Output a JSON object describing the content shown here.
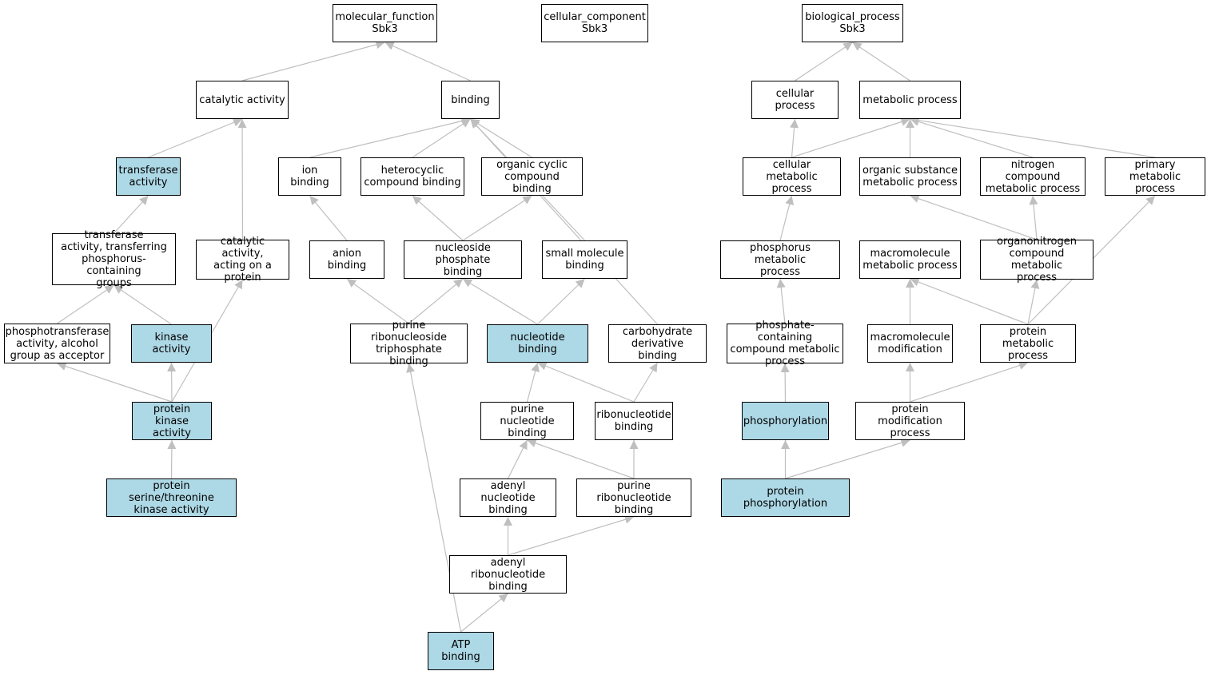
{
  "colors": {
    "highlight": "#add8e6",
    "edge": "#bfbfbf",
    "border": "#000000"
  },
  "nodes": [
    {
      "id": "mf",
      "label": "molecular_function\nSbk3",
      "highlighted": false
    },
    {
      "id": "cc",
      "label": "cellular_component\nSbk3",
      "highlighted": false
    },
    {
      "id": "bp",
      "label": "biological_process\nSbk3",
      "highlighted": false
    },
    {
      "id": "catalytic",
      "label": "catalytic activity",
      "highlighted": false
    },
    {
      "id": "binding",
      "label": "binding",
      "highlighted": false
    },
    {
      "id": "cellproc",
      "label": "cellular process",
      "highlighted": false
    },
    {
      "id": "metabproc",
      "label": "metabolic process",
      "highlighted": false
    },
    {
      "id": "transferase",
      "label": "transferase\nactivity",
      "highlighted": true
    },
    {
      "id": "ionbind",
      "label": "ion binding",
      "highlighted": false
    },
    {
      "id": "hetero",
      "label": "heterocyclic\ncompound binding",
      "highlighted": false
    },
    {
      "id": "orgcyc",
      "label": "organic cyclic\ncompound binding",
      "highlighted": false
    },
    {
      "id": "cellmetab",
      "label": "cellular metabolic\nprocess",
      "highlighted": false
    },
    {
      "id": "orgsub",
      "label": "organic substance\nmetabolic process",
      "highlighted": false
    },
    {
      "id": "nitro",
      "label": "nitrogen compound\nmetabolic process",
      "highlighted": false
    },
    {
      "id": "primary",
      "label": "primary metabolic\nprocess",
      "highlighted": false
    },
    {
      "id": "transphos",
      "label": "transferase\nactivity, transferring\nphosphorus-containing\ngroups",
      "highlighted": false
    },
    {
      "id": "catprot",
      "label": "catalytic activity,\nacting on a\nprotein",
      "highlighted": false
    },
    {
      "id": "anion",
      "label": "anion binding",
      "highlighted": false
    },
    {
      "id": "nucphos",
      "label": "nucleoside phosphate\nbinding",
      "highlighted": false
    },
    {
      "id": "smallmol",
      "label": "small molecule\nbinding",
      "highlighted": false
    },
    {
      "id": "phosmetab",
      "label": "phosphorus metabolic\nprocess",
      "highlighted": false
    },
    {
      "id": "macromol",
      "label": "macromolecule\nmetabolic process",
      "highlighted": false
    },
    {
      "id": "organonitro",
      "label": "organonitrogen\ncompound metabolic\nprocess",
      "highlighted": false
    },
    {
      "id": "phosphotrans",
      "label": "phosphotransferase\nactivity, alcohol\ngroup as acceptor",
      "highlighted": false
    },
    {
      "id": "kinase",
      "label": "kinase activity",
      "highlighted": true
    },
    {
      "id": "purribotri",
      "label": "purine ribonucleoside\ntriphosphate\nbinding",
      "highlighted": false
    },
    {
      "id": "nucbind",
      "label": "nucleotide binding",
      "highlighted": true
    },
    {
      "id": "carbo",
      "label": "carbohydrate\nderivative binding",
      "highlighted": false
    },
    {
      "id": "phoscont",
      "label": "phosphate-containing\ncompound metabolic\nprocess",
      "highlighted": false
    },
    {
      "id": "macromod",
      "label": "macromolecule\nmodification",
      "highlighted": false
    },
    {
      "id": "protmetab",
      "label": "protein metabolic\nprocess",
      "highlighted": false
    },
    {
      "id": "protkinase",
      "label": "protein kinase\nactivity",
      "highlighted": true
    },
    {
      "id": "purnuc",
      "label": "purine nucleotide\nbinding",
      "highlighted": false
    },
    {
      "id": "ribonuc",
      "label": "ribonucleotide\nbinding",
      "highlighted": false
    },
    {
      "id": "phosphorylation",
      "label": "phosphorylation",
      "highlighted": true
    },
    {
      "id": "protmod",
      "label": "protein modification\nprocess",
      "highlighted": false
    },
    {
      "id": "serthr",
      "label": "protein serine/threonine\nkinase activity",
      "highlighted": true
    },
    {
      "id": "adenyl",
      "label": "adenyl nucleotide\nbinding",
      "highlighted": false
    },
    {
      "id": "purribonuc",
      "label": "purine ribonucleotide\nbinding",
      "highlighted": false
    },
    {
      "id": "protphos",
      "label": "protein phosphorylation",
      "highlighted": true
    },
    {
      "id": "adenylribo",
      "label": "adenyl ribonucleotide\nbinding",
      "highlighted": false
    },
    {
      "id": "atp",
      "label": "ATP binding",
      "highlighted": true
    }
  ],
  "edges": [
    [
      "catalytic",
      "mf"
    ],
    [
      "binding",
      "mf"
    ],
    [
      "cellproc",
      "bp"
    ],
    [
      "metabproc",
      "bp"
    ],
    [
      "transferase",
      "catalytic"
    ],
    [
      "catprot",
      "catalytic"
    ],
    [
      "ionbind",
      "binding"
    ],
    [
      "hetero",
      "binding"
    ],
    [
      "orgcyc",
      "binding"
    ],
    [
      "smallmol",
      "binding"
    ],
    [
      "carbo",
      "binding"
    ],
    [
      "cellmetab",
      "cellproc"
    ],
    [
      "cellmetab",
      "metabproc"
    ],
    [
      "orgsub",
      "metabproc"
    ],
    [
      "nitro",
      "metabproc"
    ],
    [
      "primary",
      "metabproc"
    ],
    [
      "transphos",
      "transferase"
    ],
    [
      "anion",
      "ionbind"
    ],
    [
      "nucphos",
      "hetero"
    ],
    [
      "nucphos",
      "orgcyc"
    ],
    [
      "phosmetab",
      "cellmetab"
    ],
    [
      "organonitro",
      "orgsub"
    ],
    [
      "organonitro",
      "nitro"
    ],
    [
      "phosphotrans",
      "transphos"
    ],
    [
      "kinase",
      "transphos"
    ],
    [
      "purribotri",
      "anion"
    ],
    [
      "purribotri",
      "nucphos"
    ],
    [
      "nucbind",
      "nucphos"
    ],
    [
      "nucbind",
      "smallmol"
    ],
    [
      "phoscont",
      "phosmetab"
    ],
    [
      "macromod",
      "macromol"
    ],
    [
      "protmetab",
      "macromol"
    ],
    [
      "protmetab",
      "organonitro"
    ],
    [
      "protmetab",
      "primary"
    ],
    [
      "protkinase",
      "phosphotrans"
    ],
    [
      "protkinase",
      "kinase"
    ],
    [
      "protkinase",
      "catprot"
    ],
    [
      "purnuc",
      "nucbind"
    ],
    [
      "ribonuc",
      "nucbind"
    ],
    [
      "ribonuc",
      "carbo"
    ],
    [
      "phosphorylation",
      "phoscont"
    ],
    [
      "protmod",
      "macromod"
    ],
    [
      "protmod",
      "protmetab"
    ],
    [
      "serthr",
      "protkinase"
    ],
    [
      "adenyl",
      "purnuc"
    ],
    [
      "purribonuc",
      "purnuc"
    ],
    [
      "purribonuc",
      "ribonuc"
    ],
    [
      "protphos",
      "phosphorylation"
    ],
    [
      "protphos",
      "protmod"
    ],
    [
      "adenylribo",
      "adenyl"
    ],
    [
      "adenylribo",
      "purribonuc"
    ],
    [
      "atp",
      "adenylribo"
    ],
    [
      "atp",
      "purribotri"
    ]
  ]
}
